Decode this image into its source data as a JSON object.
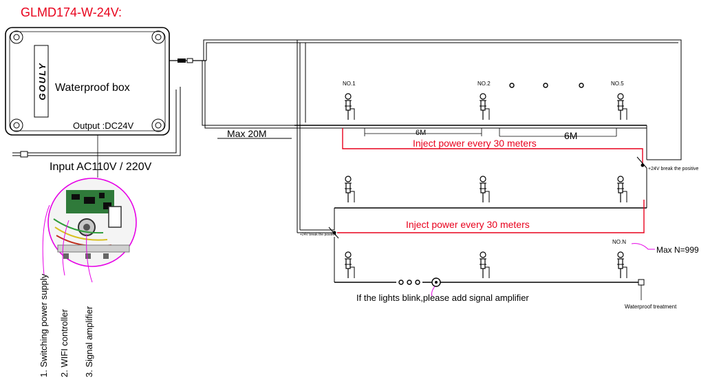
{
  "title": "GLMD174-W-24V:",
  "box": {
    "brand": "GOULY",
    "label": "Waterproof box",
    "output": "Output :DC24V",
    "input": "Input AC110V /  220V"
  },
  "feed": {
    "max_length": "Max 20M"
  },
  "lights": {
    "no1": "NO.1",
    "no2": "NO.2",
    "no5": "NO.5",
    "non": "NO.N",
    "max_n": "Max N=999"
  },
  "spacing": {
    "first": "6M",
    "second": "6M"
  },
  "injection": {
    "row1": "Inject power every 30 meters",
    "row2": "Inject power every 30 meters"
  },
  "notes": {
    "break_positive_right": "+24V break the positive",
    "break_positive_left": "+24V break the positive",
    "amplifier_hint": "If the lights blink,please add signal amplifier",
    "waterproof": "Waterproof treatment"
  },
  "components": {
    "item1": "1. Switching power supply",
    "item2": "2. WIFI controller",
    "item3": "3. Signal amplifier"
  },
  "colors": {
    "title": "#e8001c",
    "injection": "#e8001c",
    "callout": "#e600e6",
    "line": "#000000"
  }
}
